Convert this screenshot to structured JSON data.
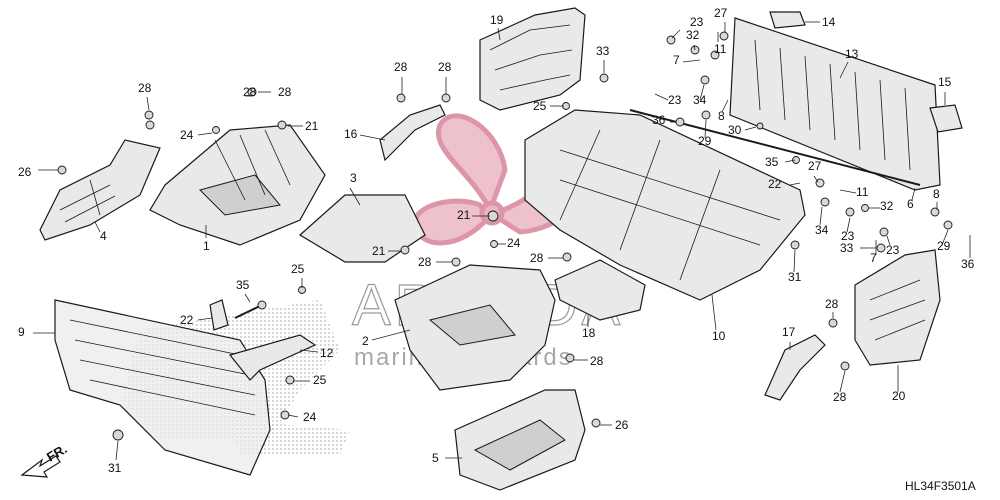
{
  "diagram": {
    "ref_code": "HL34F3501A",
    "direction_label": "FR.",
    "watermark": {
      "brand": "ARMADA",
      "tagline": "marine outboards",
      "color": "#d8849a"
    },
    "callouts": [
      {
        "id": "c1",
        "label": "1"
      },
      {
        "id": "c2",
        "label": "2"
      },
      {
        "id": "c3",
        "label": "3"
      },
      {
        "id": "c4",
        "label": "4"
      },
      {
        "id": "c5",
        "label": "5"
      },
      {
        "id": "c6",
        "label": "6"
      },
      {
        "id": "c7a",
        "label": "7"
      },
      {
        "id": "c7b",
        "label": "7"
      },
      {
        "id": "c8a",
        "label": "8"
      },
      {
        "id": "c8b",
        "label": "8"
      },
      {
        "id": "c9",
        "label": "9"
      },
      {
        "id": "c10",
        "label": "10"
      },
      {
        "id": "c11a",
        "label": "11"
      },
      {
        "id": "c11b",
        "label": "11"
      },
      {
        "id": "c12",
        "label": "12"
      },
      {
        "id": "c13",
        "label": "13"
      },
      {
        "id": "c14",
        "label": "14"
      },
      {
        "id": "c15",
        "label": "15"
      },
      {
        "id": "c16",
        "label": "16"
      },
      {
        "id": "c17",
        "label": "17"
      },
      {
        "id": "c18",
        "label": "18"
      },
      {
        "id": "c19",
        "label": "19"
      },
      {
        "id": "c20",
        "label": "20"
      },
      {
        "id": "c21a",
        "label": "21"
      },
      {
        "id": "c21b",
        "label": "21"
      },
      {
        "id": "c21c",
        "label": "21"
      },
      {
        "id": "c22a",
        "label": "22"
      },
      {
        "id": "c22b",
        "label": "22"
      },
      {
        "id": "c23a",
        "label": "23"
      },
      {
        "id": "c23b",
        "label": "23"
      },
      {
        "id": "c23c",
        "label": "23"
      },
      {
        "id": "c23d",
        "label": "23"
      },
      {
        "id": "c24a",
        "label": "24"
      },
      {
        "id": "c24b",
        "label": "24"
      },
      {
        "id": "c24c",
        "label": "24"
      },
      {
        "id": "c25a",
        "label": "25"
      },
      {
        "id": "c25b",
        "label": "25"
      },
      {
        "id": "c25c",
        "label": "25"
      },
      {
        "id": "c26a",
        "label": "26"
      },
      {
        "id": "c26b",
        "label": "26"
      },
      {
        "id": "c27a",
        "label": "27"
      },
      {
        "id": "c27b",
        "label": "27"
      },
      {
        "id": "c28a",
        "label": "28"
      },
      {
        "id": "c28b",
        "label": "28"
      },
      {
        "id": "c28c",
        "label": "28"
      },
      {
        "id": "c28d",
        "label": "28"
      },
      {
        "id": "c28e",
        "label": "28"
      },
      {
        "id": "c28f",
        "label": "28"
      },
      {
        "id": "c28g",
        "label": "28"
      },
      {
        "id": "c28h",
        "label": "28"
      },
      {
        "id": "c28i",
        "label": "28"
      },
      {
        "id": "c28j",
        "label": "28"
      },
      {
        "id": "c29a",
        "label": "29"
      },
      {
        "id": "c29b",
        "label": "29"
      },
      {
        "id": "c30",
        "label": "30"
      },
      {
        "id": "c31a",
        "label": "31"
      },
      {
        "id": "c31b",
        "label": "31"
      },
      {
        "id": "c32a",
        "label": "32"
      },
      {
        "id": "c32b",
        "label": "32"
      },
      {
        "id": "c33a",
        "label": "33"
      },
      {
        "id": "c33b",
        "label": "33"
      },
      {
        "id": "c34a",
        "label": "34"
      },
      {
        "id": "c34b",
        "label": "34"
      },
      {
        "id": "c35a",
        "label": "35"
      },
      {
        "id": "c35b",
        "label": "35"
      },
      {
        "id": "c36a",
        "label": "36"
      },
      {
        "id": "c36b",
        "label": "36"
      }
    ]
  }
}
